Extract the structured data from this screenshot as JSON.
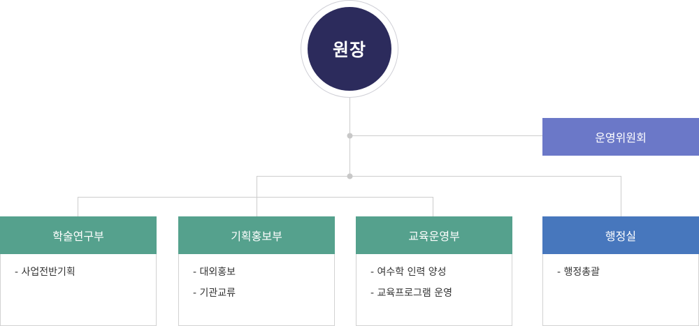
{
  "root": {
    "label": "원장"
  },
  "committee": {
    "label": "운영위원회"
  },
  "departments": [
    {
      "label": "학술연구부",
      "items": [
        "- 사업전반기획"
      ]
    },
    {
      "label": "기획홍보부",
      "items": [
        "- 대외홍보",
        "- 기관교류"
      ]
    },
    {
      "label": "교육운영부",
      "items": [
        "- 여수학 인력 양성",
        "- 교육프로그램 운영"
      ]
    },
    {
      "label": "행정실",
      "items": [
        "- 행정총괄"
      ]
    }
  ],
  "colors": {
    "root": "#2c2b5c",
    "committee": "#6b78c8",
    "department_green": "#55a18d",
    "department_blue": "#4777bd",
    "connector": "#cccccc"
  }
}
